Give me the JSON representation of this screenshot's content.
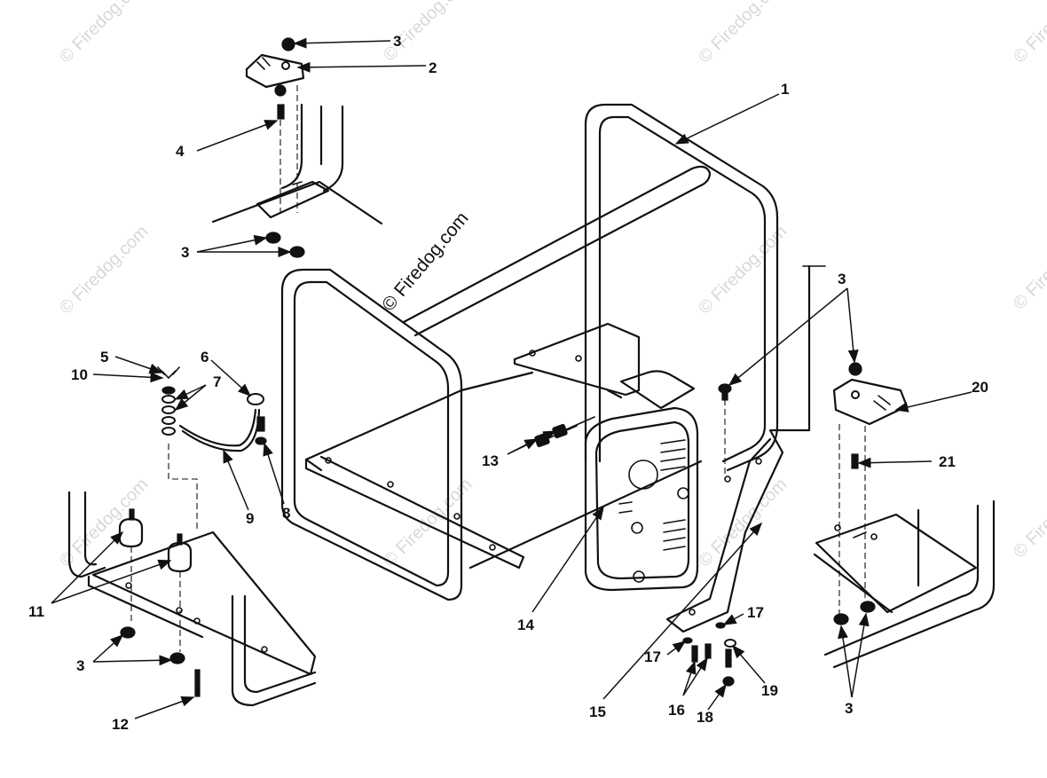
{
  "watermark": {
    "main": "© Firedog.com",
    "tile": "© Firedog.com"
  },
  "callouts": [
    "1",
    "2",
    "3",
    "3",
    "3",
    "3",
    "3",
    "4",
    "5",
    "6",
    "7",
    "8",
    "9",
    "10",
    "11",
    "12",
    "13",
    "14",
    "15",
    "16",
    "17",
    "17",
    "18",
    "19",
    "20",
    "21"
  ]
}
